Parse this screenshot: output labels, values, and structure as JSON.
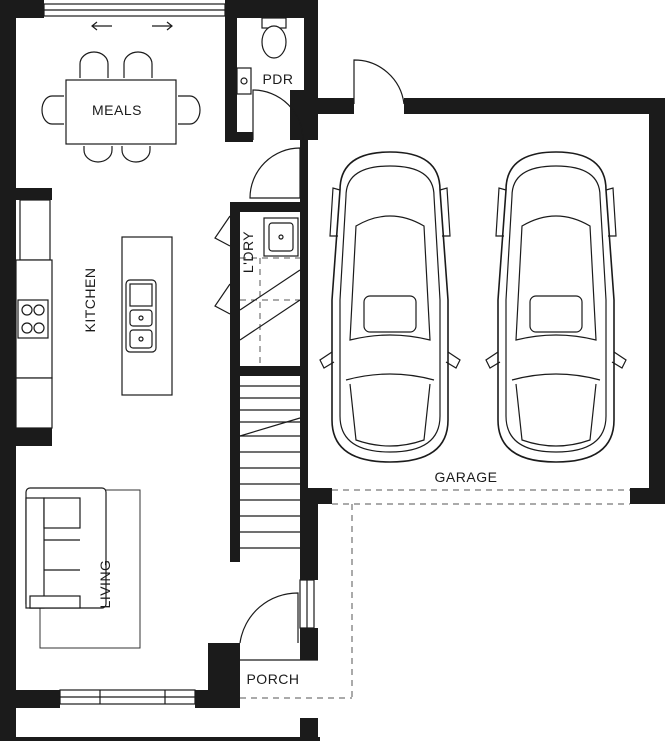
{
  "rooms": {
    "meals": "MEALS",
    "pdr": "PDR",
    "kitchen": "KITCHEN",
    "laundry": "L'DRY",
    "garage": "GARAGE",
    "living": "LIVING",
    "porch": "PORCH"
  },
  "colors": {
    "wall": "#1b1b1b",
    "background": "#ffffff"
  },
  "icons": [
    "car-icon",
    "toilet-icon",
    "sink-icon",
    "cooktop-icon",
    "sofa-icon",
    "chair-icon",
    "arrow-icon"
  ]
}
